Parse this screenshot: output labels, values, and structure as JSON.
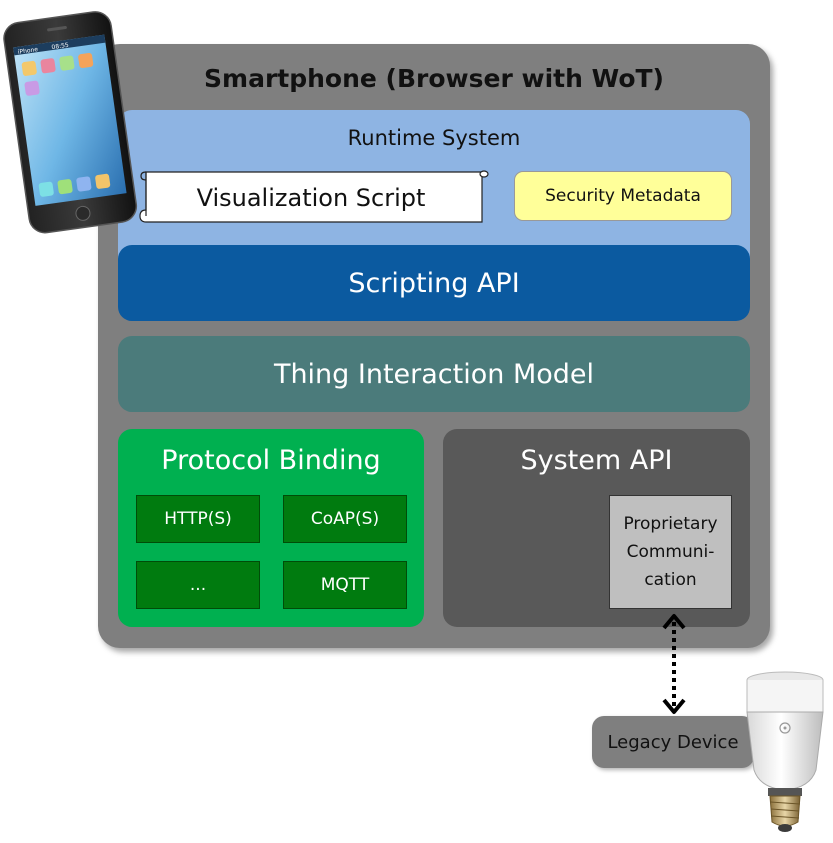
{
  "container": {
    "title": "Smartphone (Browser with WoT)"
  },
  "runtime": {
    "title": "Runtime System",
    "script_label": "Visualization Script",
    "security_label": "Security Metadata"
  },
  "scripting_api": "Scripting API",
  "thing_interaction_model": "Thing Interaction Model",
  "protocol_binding": {
    "title": "Protocol Binding",
    "protocols": [
      "HTTP(S)",
      "CoAP(S)",
      "...",
      "MQTT"
    ]
  },
  "system_api": {
    "title": "System API",
    "proprietary_lines": [
      "Proprietary",
      "Communi-",
      "cation"
    ]
  },
  "legacy_device": "Legacy Device",
  "phone_status": {
    "carrier": "iPhone",
    "time": "08:55"
  },
  "colors": {
    "container": "#7f7f7f",
    "runtime": "#8eb4e3",
    "scripting_api": "#0b5aa0",
    "thing_interaction_model": "#4b7b7b",
    "protocol_binding": "#00b050",
    "protocol_box": "#007b0f",
    "system_api": "#595959",
    "security": "#ffff99"
  },
  "icons": [
    "smartphone-icon",
    "light-bulb-icon",
    "bidirectional-dotted-arrow"
  ]
}
